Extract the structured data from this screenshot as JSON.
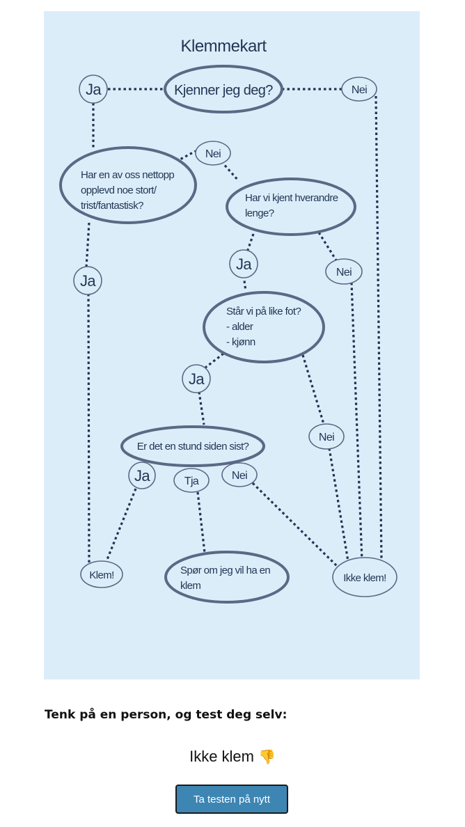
{
  "diagram": {
    "title": "Klemmekart",
    "nodes": {
      "ja1": "Ja",
      "kjenner": "Kjenner jeg deg?",
      "nei1": "Nei",
      "nei2": "Nei",
      "stort": [
        "Har en av oss nettopp",
        "opplevd noe stort/",
        "trist/fantastisk?"
      ],
      "lenge": [
        "Har vi kjent hverandre",
        "lenge?"
      ],
      "ja2": "Ja",
      "ja3": "Ja",
      "nei3": "Nei",
      "likefot": [
        "Står vi på like fot?",
        "- alder",
        "- kjønn"
      ],
      "ja4": "Ja",
      "nei4": "Nei",
      "stund": "Er det en stund siden sist?",
      "ja5": "Ja",
      "tja": "Tja",
      "nei5": "Nei",
      "klem": "Klem!",
      "spor": [
        "Spør om jeg vil ha en",
        "klem"
      ],
      "ikkeklem": "Ikke klem!"
    }
  },
  "prompt": "Tenk på en person, og test deg selv:",
  "result": {
    "text": "Ikke klem",
    "emoji": "👎"
  },
  "retry_button": "Ta testen på nytt",
  "colors": {
    "panel_bg": "#dcedfa",
    "ink": "#1f3553",
    "node_border": "#5a6984",
    "button_bg": "#3d86b4"
  }
}
